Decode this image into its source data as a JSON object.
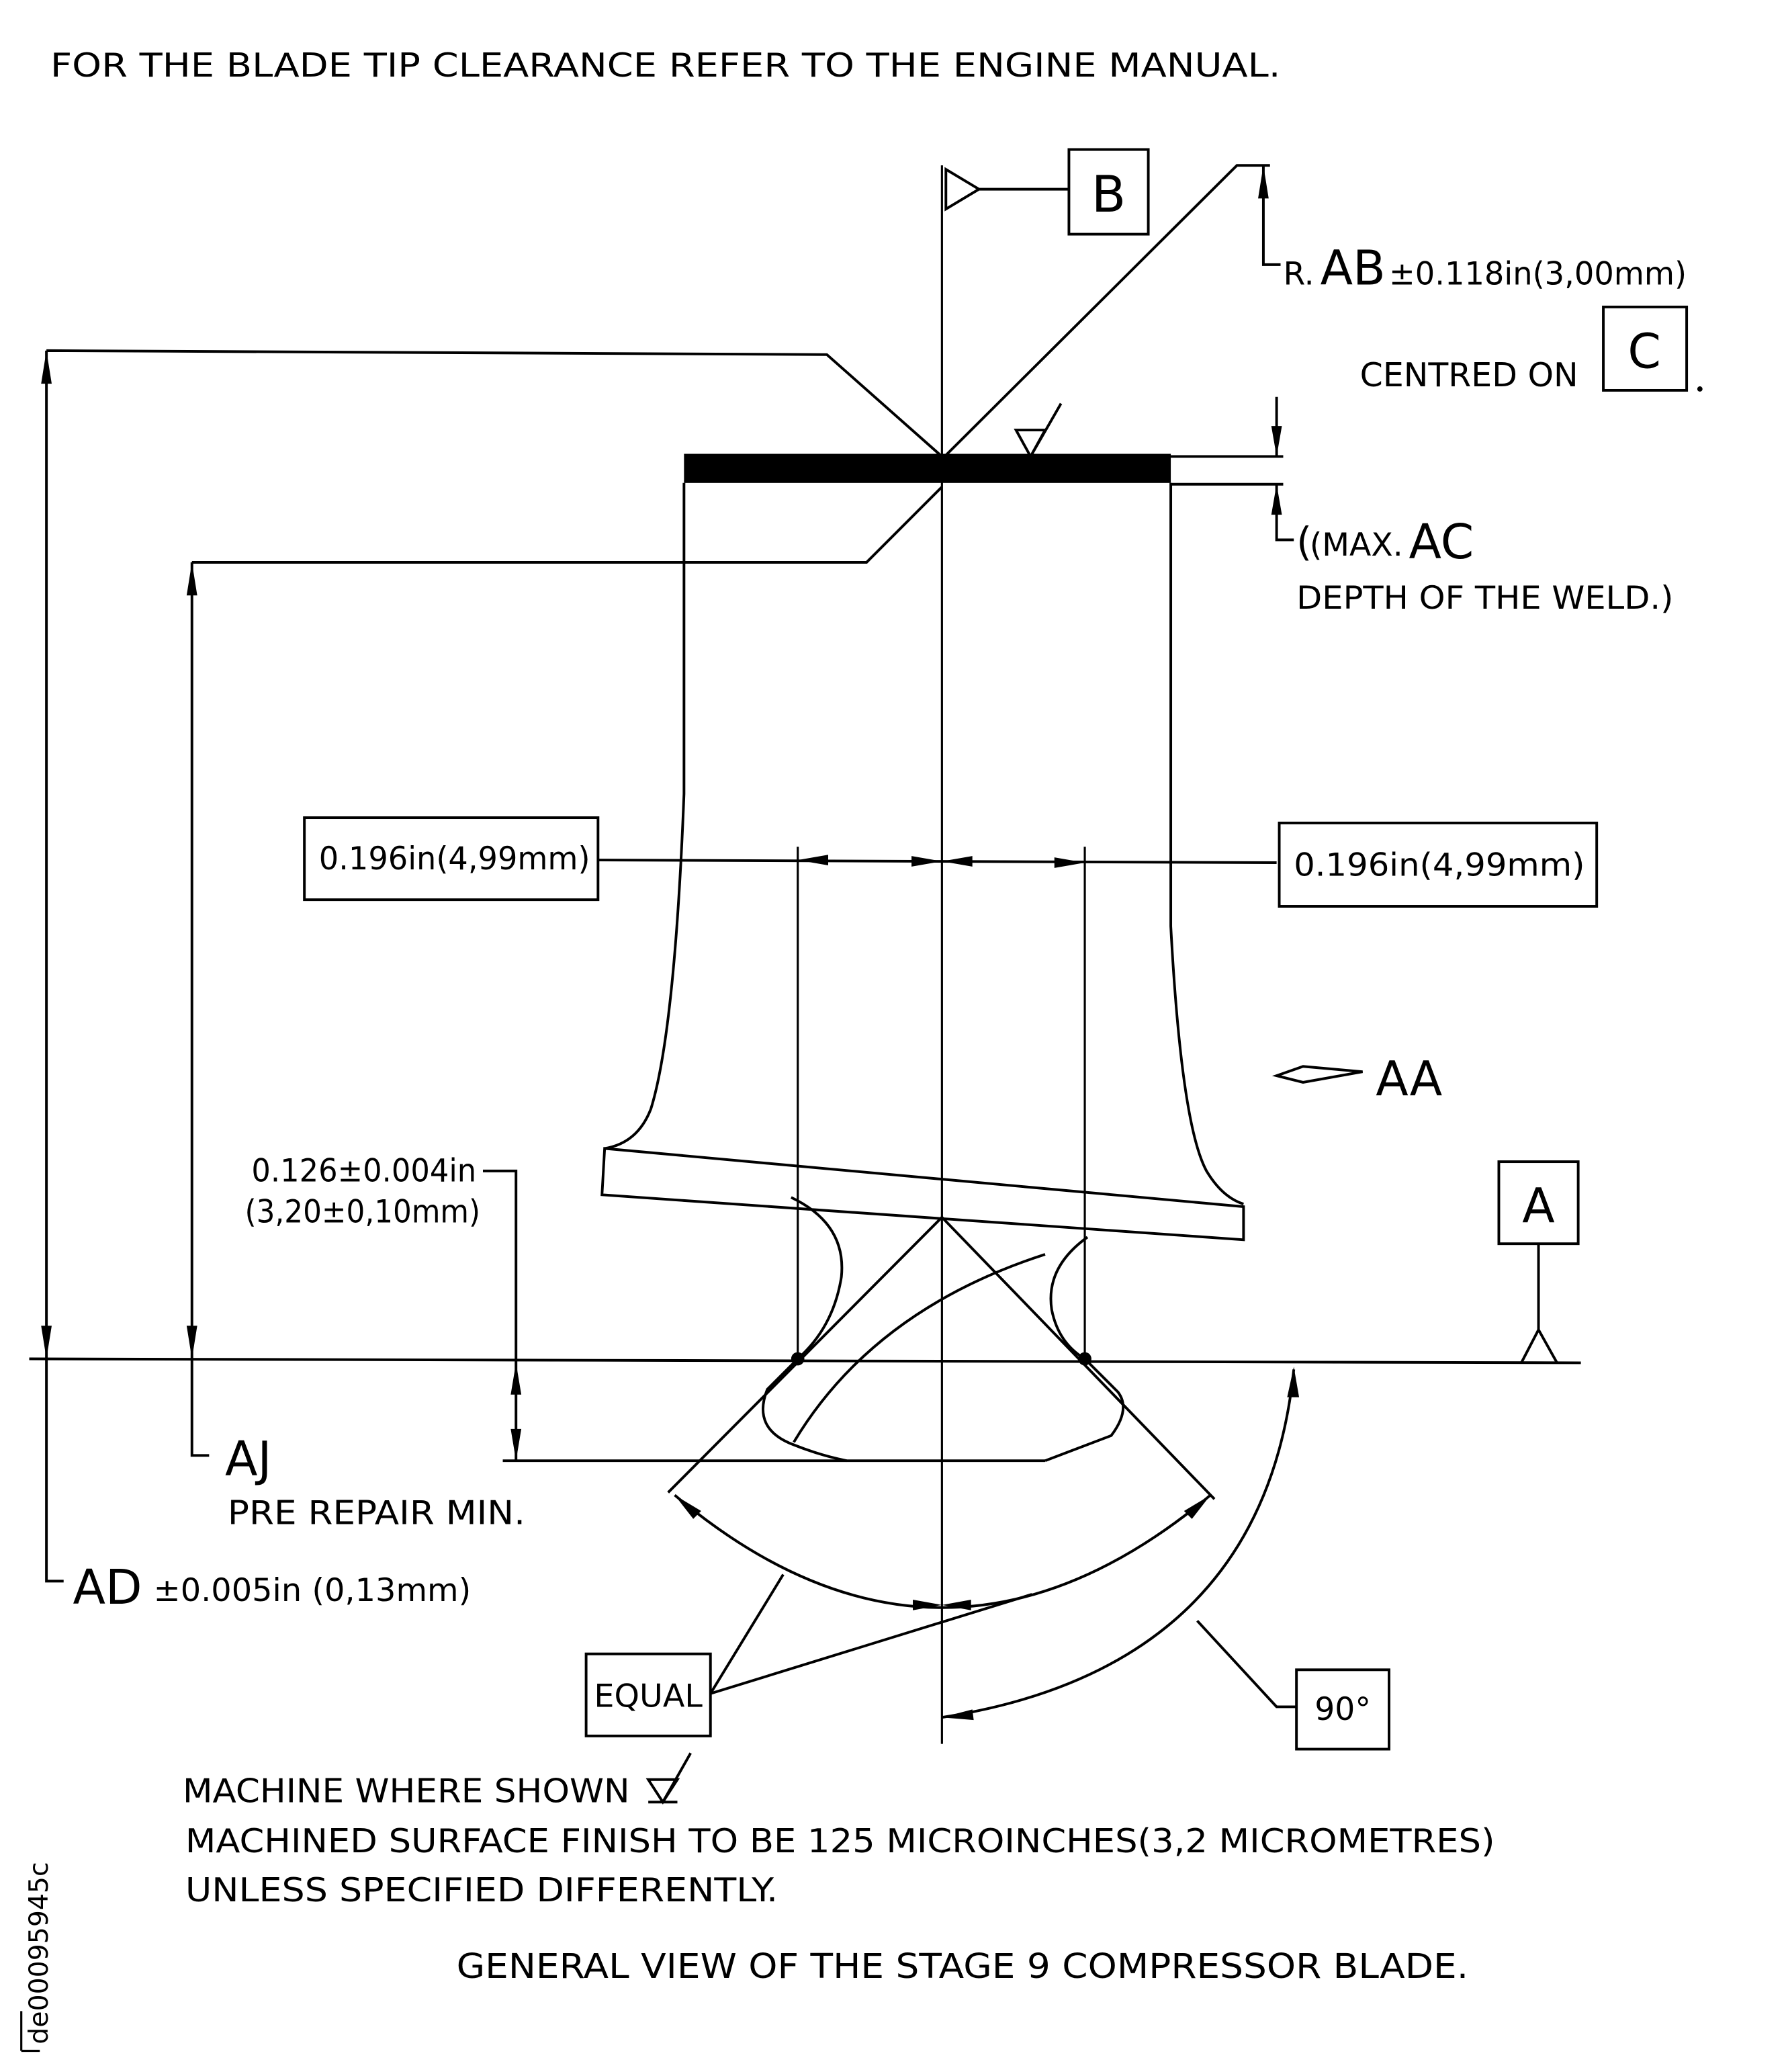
{
  "colors": {
    "ink": "#000000",
    "paper": "#ffffff"
  },
  "header_note": "FOR THE BLADE TIP CLEARANCE REFER TO THE ENGINE MANUAL.",
  "datums": {
    "b": "B",
    "c": "C",
    "a": "A"
  },
  "radius_note": {
    "prefix": "R.",
    "ref": "AB",
    "tolerance": "±0.118in(3,00mm)"
  },
  "centred_on": "CENTRED ON",
  "weld_note": {
    "line1_prefix": "(MAX.",
    "ref": "AC",
    "line2": "DEPTH OF THE WELD.)"
  },
  "dimensions": {
    "left_width": "0.196in(4,99mm)",
    "right_width": "0.196in(4,99mm)",
    "platform_in": "0.126±0.004in",
    "platform_mm": "(3,20±0,10mm)",
    "aj_ref": "AJ",
    "aj_note": "PRE REPAIR MIN.",
    "ad_ref": "AD",
    "ad_tolerance": "±0.005in (0,13mm)",
    "equal": "EQUAL",
    "angle": "90°"
  },
  "view_arrow": "AA",
  "notes": {
    "machine": "MACHINE WHERE SHOWN",
    "finish": "MACHINED SURFACE FINISH TO BE 125 MICROINCHES(3,2 MICROMETRES)",
    "unless": "UNLESS SPECIFIED DIFFERENTLY."
  },
  "caption": "GENERAL VIEW OF THE STAGE 9 COMPRESSOR BLADE.",
  "figure_id": "de00095945c"
}
